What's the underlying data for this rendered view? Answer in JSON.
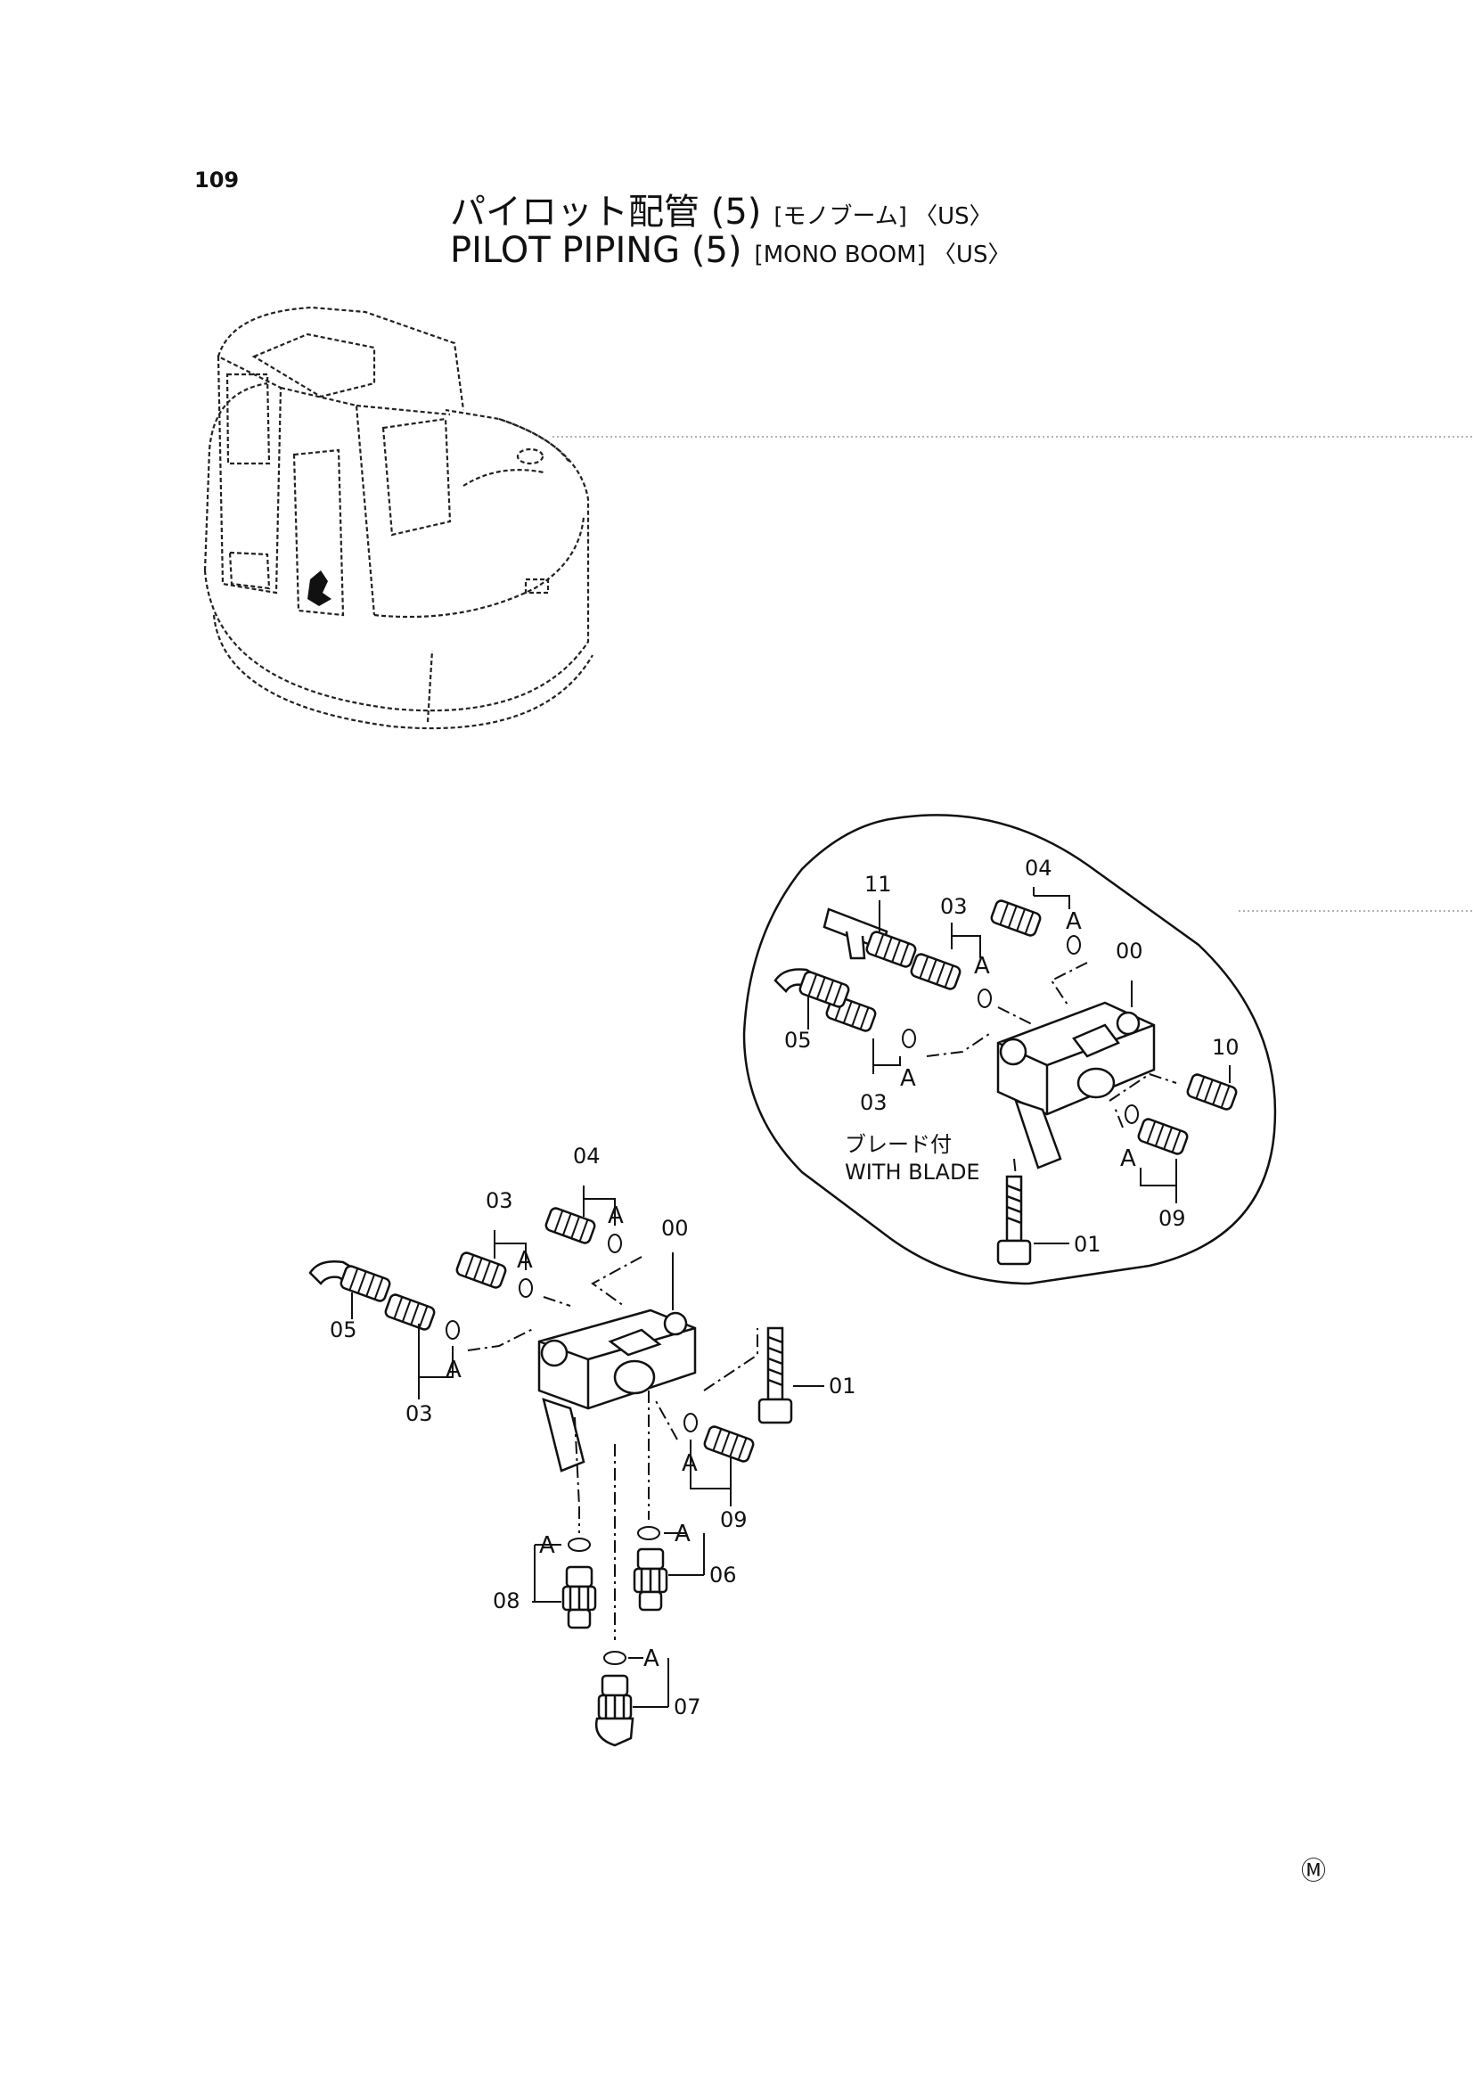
{
  "header": {
    "page_number": "109",
    "title_jp": "パイロット配管 (5)",
    "title_jp_suffix": "[モノブーム] 〈US〉",
    "title_en": "PILOT PIPING (5)",
    "title_en_suffix": "[MONO BOOM] 〈US〉"
  },
  "main_diagram": {
    "part_labels": {
      "p04": "04",
      "p03_top": "03",
      "p00": "00",
      "p05": "05",
      "p03_bottom": "03",
      "p01": "01",
      "p09": "09",
      "p08": "08",
      "p06": "06",
      "p07": "07"
    },
    "oring_label": "A"
  },
  "inset_diagram": {
    "part_labels": {
      "p11": "11",
      "p04": "04",
      "p03_top": "03",
      "p00": "00",
      "p05": "05",
      "p03_bottom": "03",
      "p10": "10",
      "p01": "01",
      "p09": "09"
    },
    "note_jp": "ブレード付",
    "note_en": "WITH BLADE",
    "oring_label": "A"
  },
  "footer": {
    "mark": "Ⓜ"
  }
}
